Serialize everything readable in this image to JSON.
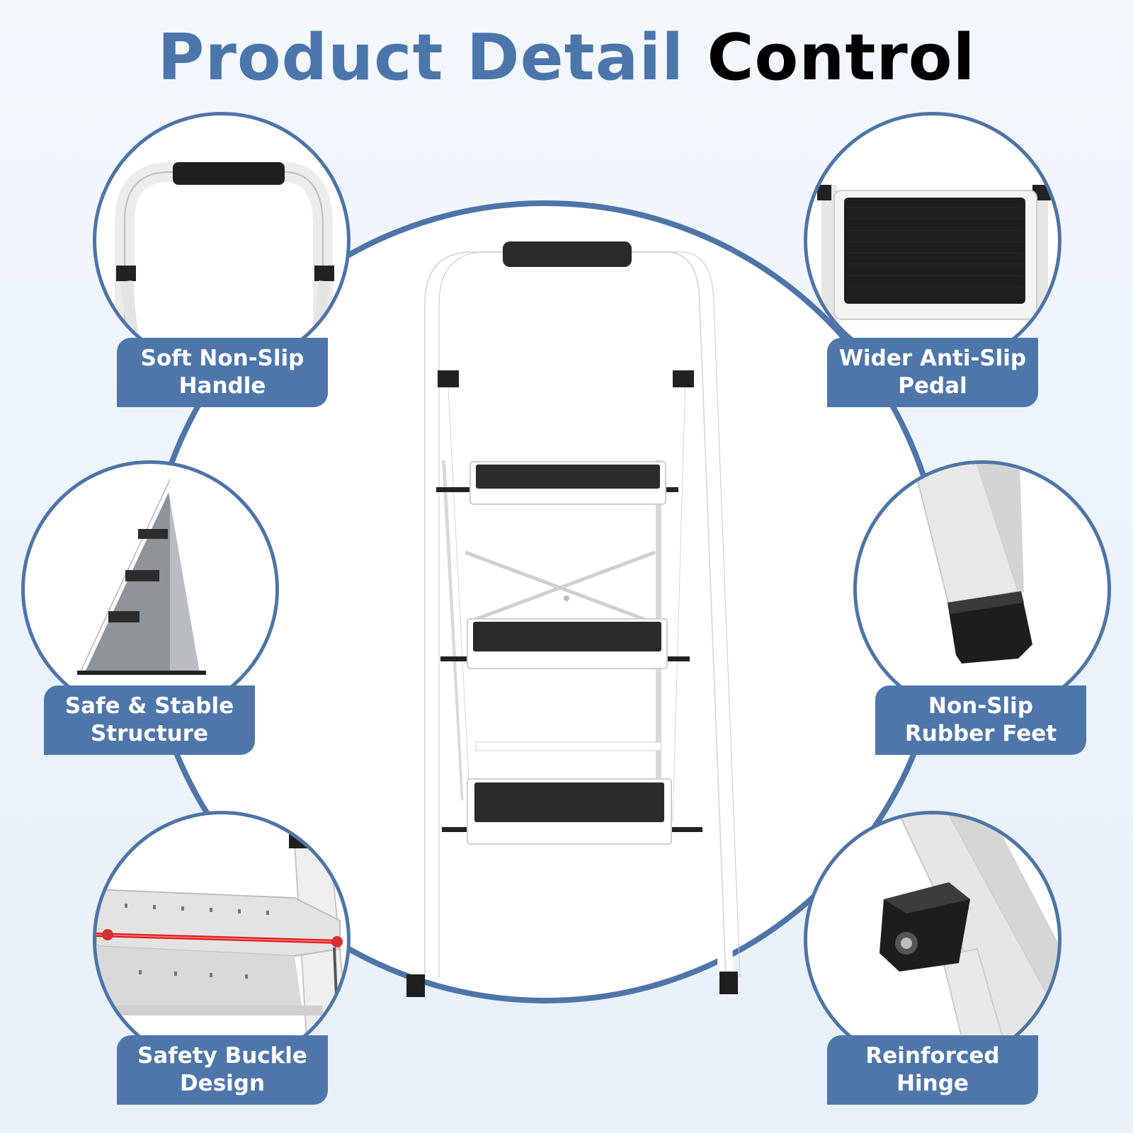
{
  "title": {
    "part1": "Product Detail",
    "part2": "Control"
  },
  "features": [
    {
      "line1": "Soft Non-Slip",
      "line2": "Handle",
      "icon": "handle-closeup"
    },
    {
      "line1": "Wider Anti-Slip",
      "line2": "Pedal",
      "icon": "pedal-closeup"
    },
    {
      "line1": "Safe & Stable",
      "line2": "Structure",
      "icon": "side-profile"
    },
    {
      "line1": "Non-Slip",
      "line2": "Rubber Feet",
      "icon": "rubber-foot-closeup"
    },
    {
      "line1": "Safety Buckle",
      "line2": "Design",
      "icon": "safety-buckle-closeup"
    },
    {
      "line1": "Reinforced",
      "line2": "Hinge",
      "icon": "hinge-closeup"
    }
  ],
  "colors": {
    "accent": "#4e76aa",
    "title_blue": "#4c76ab",
    "background": "#eef4fb"
  }
}
